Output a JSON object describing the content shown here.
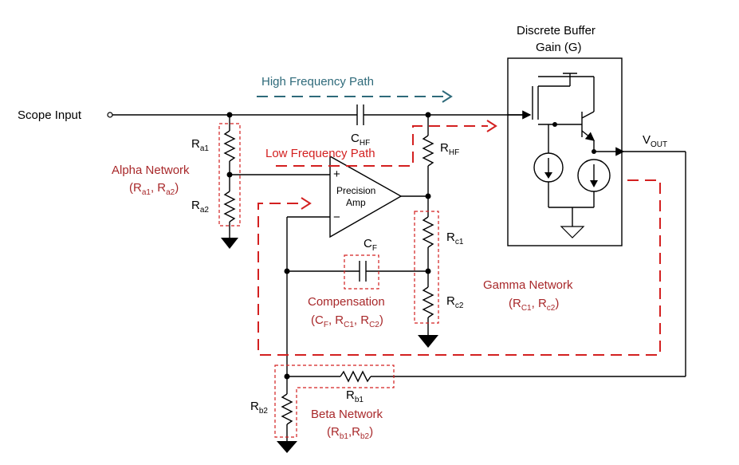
{
  "labels": {
    "scope_input": "Scope Input",
    "high_freq_path": "High Frequency Path",
    "low_freq_path": "Low Frequency Path",
    "buffer_title_1": "Discrete Buffer",
    "buffer_title_2": "Gain (G)",
    "vout_main": "V",
    "vout_sub": "OUT",
    "opamp_1": "Precision",
    "opamp_2": "Amp",
    "plus": "+",
    "minus": "−"
  },
  "components": {
    "ra1": {
      "main": "R",
      "sub": "a1"
    },
    "ra2": {
      "main": "R",
      "sub": "a2"
    },
    "chf": {
      "main": "C",
      "sub": "HF"
    },
    "rhf": {
      "main": "R",
      "sub": "HF"
    },
    "rc1": {
      "main": "R",
      "sub": "c1"
    },
    "rc2": {
      "main": "R",
      "sub": "c2"
    },
    "cf": {
      "main": "C",
      "sub": "F"
    },
    "rb1": {
      "main": "R",
      "sub": "b1"
    },
    "rb2": {
      "main": "R",
      "sub": "b2"
    }
  },
  "networks": {
    "alpha": {
      "title": "Alpha Network",
      "p_open": "(R",
      "s1": "a1",
      "mid": ", R",
      "s2": "a2",
      "p_close": ")"
    },
    "gamma": {
      "title": "Gamma Network",
      "p_open": "(R",
      "s1": "C1",
      "mid": ", R",
      "s2": "c2",
      "p_close": ")"
    },
    "compensation": {
      "title": "Compensation",
      "p_open": "(C",
      "s1": "F",
      "mid1": ", R",
      "s2": "C1",
      "mid2": ", R",
      "s3": "C2",
      "p_close": ")"
    },
    "beta": {
      "title": "Beta Network",
      "p_open": "(R",
      "s1": "b1",
      "mid": ",R",
      "s2": "b2",
      "p_close": ")"
    }
  }
}
